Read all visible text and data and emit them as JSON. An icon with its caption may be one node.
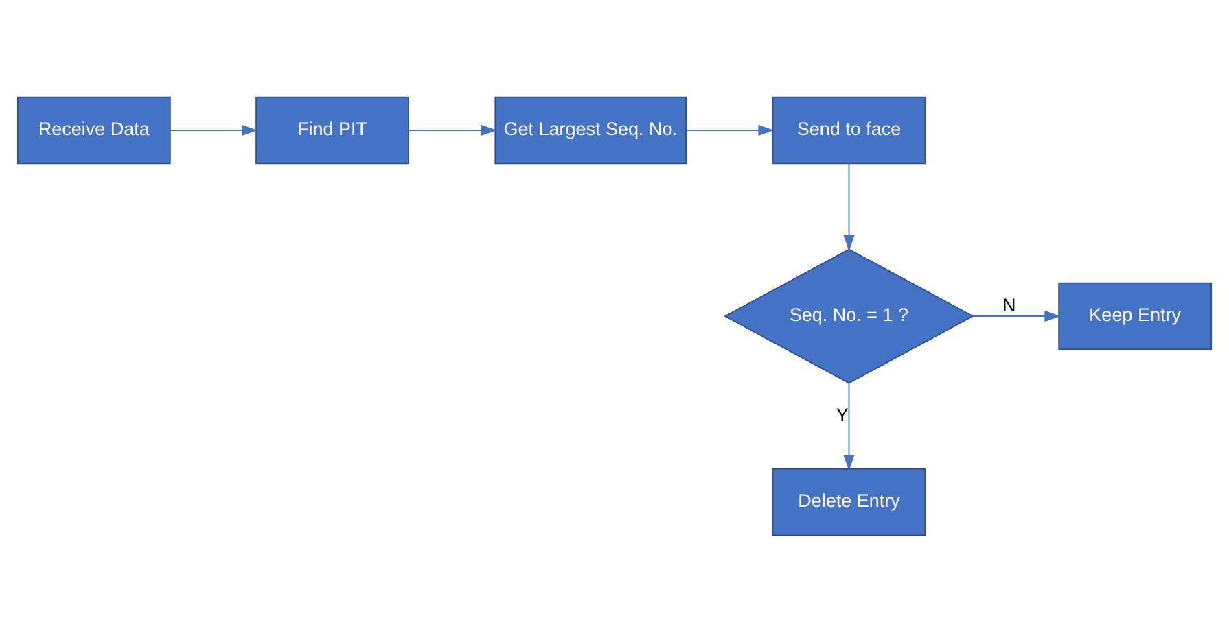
{
  "diagram": {
    "nodes": [
      {
        "text": [
          "Receive Data"
        ]
      },
      {
        "text": [
          "Find PIT"
        ]
      },
      {
        "text": [
          "Get Largest Seq. No."
        ]
      },
      {
        "text": [
          "Send to face"
        ]
      },
      {
        "text": [
          "Seq. No. = 1 ?"
        ]
      },
      {
        "text": [
          "Keep Entry"
        ]
      },
      {
        "text": [
          "Delete Entry"
        ]
      }
    ],
    "edges": [
      {
        "from": 0,
        "to": 1,
        "arrow": "to"
      },
      {
        "from": 1,
        "to": 2,
        "arrow": "to"
      },
      {
        "from": 2,
        "to": 3,
        "arrow": "to"
      },
      {
        "from": 3,
        "to": 4,
        "arrow": "to"
      },
      {
        "from": 4,
        "to": 5,
        "arrow": "to",
        "label": "N"
      },
      {
        "from": 4,
        "to": 6,
        "arrow": "to",
        "label": "Y"
      }
    ]
  }
}
